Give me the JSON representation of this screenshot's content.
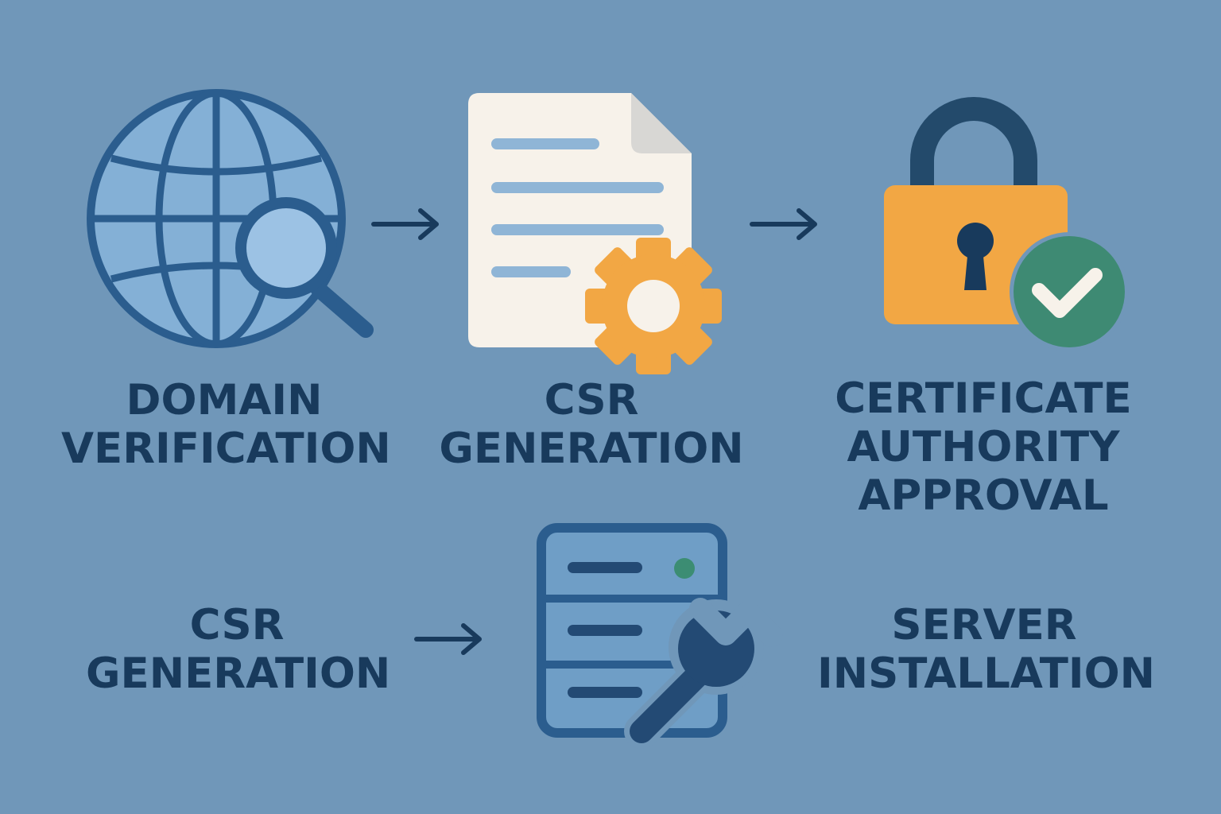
{
  "steps": [
    {
      "id": "domain-verification",
      "lines": [
        "DOMAIN",
        "VERIFICATION"
      ],
      "icon": "globe-with-magnifier-icon"
    },
    {
      "id": "csr-generation",
      "lines": [
        "CSR",
        "GENERATION"
      ],
      "icon": "document-with-gear-icon"
    },
    {
      "id": "certificate-authority-approval",
      "lines": [
        "CERTIFICATE",
        "AUTHORITY",
        "APPROVAL"
      ],
      "icon": "padlock-with-check-icon"
    },
    {
      "id": "csr-generation-2",
      "lines": [
        "CSR",
        "GENERATION"
      ]
    },
    {
      "id": "server-installation",
      "lines": [
        "SERVER",
        "INSTALLATION"
      ],
      "icon": "server-with-wrench-icon"
    }
  ],
  "colors": {
    "background": "#7097b9",
    "text": "#183a5c",
    "dark_blue": "#234a74",
    "mid_blue": "#2b5d8e",
    "light_blue": "#84b0d6",
    "paper": "#f7f2ea",
    "paper_fold": "#d8d7d4",
    "orange": "#f2a744",
    "green": "#3e8a73",
    "lock_shackle": "#234a6b",
    "server_face": "#6f9ec6",
    "server_led": "#3c8d73"
  }
}
